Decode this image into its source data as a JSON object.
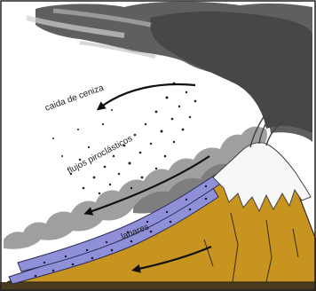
{
  "diagram": {
    "labels": {
      "ash_fall": "caida de ceniza",
      "pyroclastic_flows": "flujos piroclásticos",
      "lahars": "lahares"
    },
    "colors": {
      "eruption_cloud": "#5a5a5a",
      "ash_cloud_light": "#a8a8a8",
      "sky_background": "#ffffff",
      "volcano_rock": "#c7941f",
      "snow_cap": "#f5f5f5",
      "lahar_channel": "#8e8fd6",
      "ground_dark": "#5a4a2a",
      "arrows": "#111111",
      "frame": "#222222"
    }
  }
}
